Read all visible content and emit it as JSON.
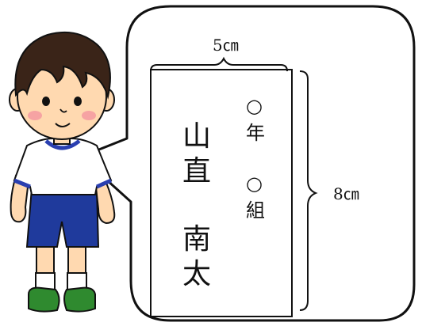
{
  "illustration": {
    "character": "boy-in-pe-uniform",
    "speech_bubble": true
  },
  "name_tag": {
    "width_label": "5㎝",
    "height_label": "8㎝",
    "grade_symbol": "○",
    "grade_suffix": "年",
    "class_symbol": "○",
    "class_suffix": "組",
    "surname_char_1": "山",
    "surname_char_2": "直",
    "given_char_1": "南",
    "given_char_2": "太"
  },
  "colors": {
    "outline": "#111111",
    "hair": "#3a2418",
    "skin": "#ffd9b0",
    "cheek": "#f6a3a3",
    "shirt": "#ffffff",
    "shirt_trim": "#2a3fb0",
    "shorts": "#1f3a9c",
    "shoes": "#2f8a2f",
    "socks": "#ffffff"
  }
}
